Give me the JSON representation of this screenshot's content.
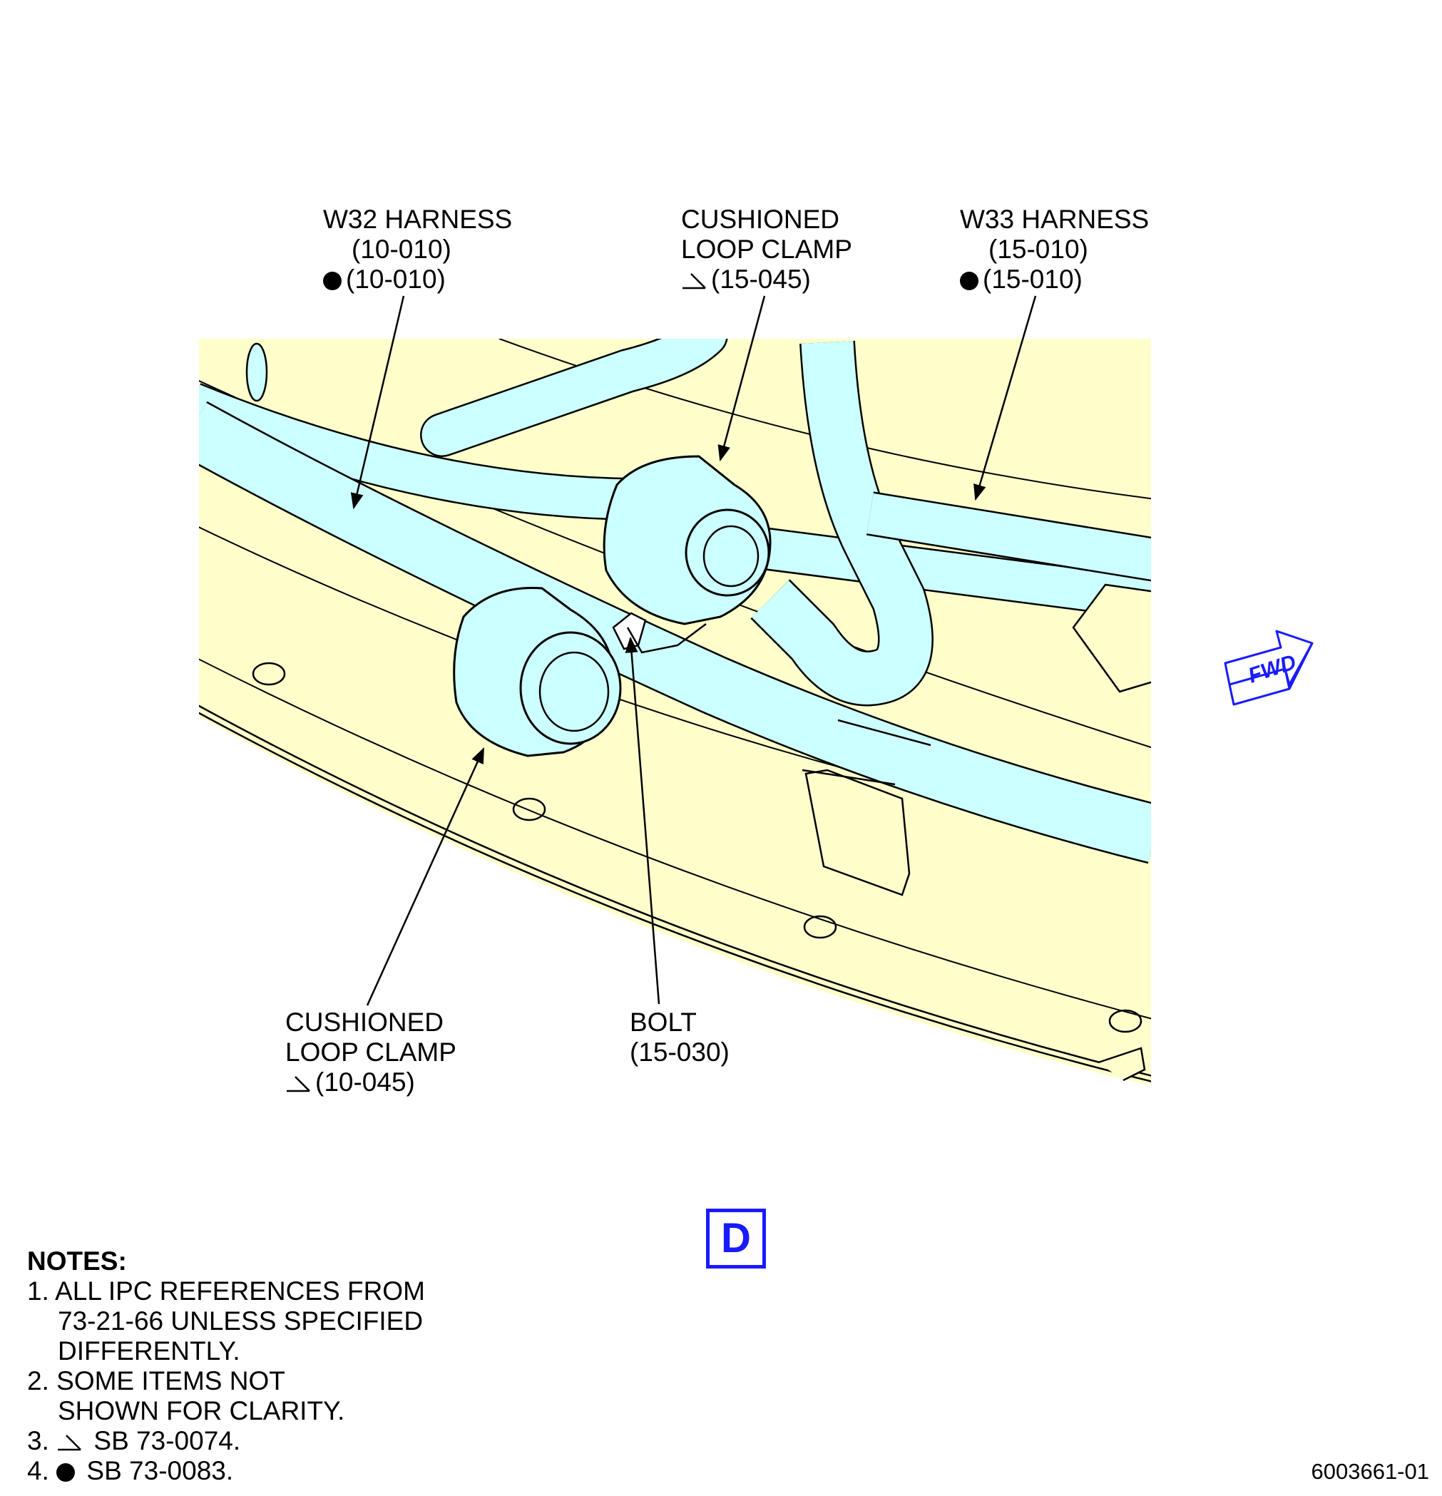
{
  "callouts": {
    "w32": {
      "name": "W32 HARNESS",
      "ref1": "(10-010)",
      "ref2": "(10-010)"
    },
    "clamp_upper": {
      "line1": "CUSHIONED",
      "line2": "LOOP CLAMP",
      "ref": "(15-045)"
    },
    "w33": {
      "name": "W33 HARNESS",
      "ref1": "(15-010)",
      "ref2": "(15-010)"
    },
    "clamp_lower": {
      "line1": "CUSHIONED",
      "line2": "LOOP CLAMP",
      "ref": "(10-045)"
    },
    "bolt": {
      "name": "BOLT",
      "ref": "(15-030)"
    }
  },
  "fwd_label": "FWD",
  "view_label": "D",
  "notes": {
    "title": "NOTES:",
    "n1_num": "1.",
    "n1_l1": "ALL IPC REFERENCES FROM",
    "n1_l2": "73-21-66 UNLESS SPECIFIED",
    "n1_l3": "DIFFERENTLY.",
    "n2_num": "2.",
    "n2_l1": "SOME ITEMS NOT",
    "n2_l2": "SHOWN FOR CLARITY.",
    "n3_num": "3.",
    "n3_text": "SB 73-0074.",
    "n4_num": "4.",
    "n4_text": "SB 73-0083."
  },
  "figure_id": "6003661-01",
  "colors": {
    "panel": "#ffffcc",
    "harness": "#ccffff",
    "accent": "#1a1aff",
    "line": "#000000"
  }
}
